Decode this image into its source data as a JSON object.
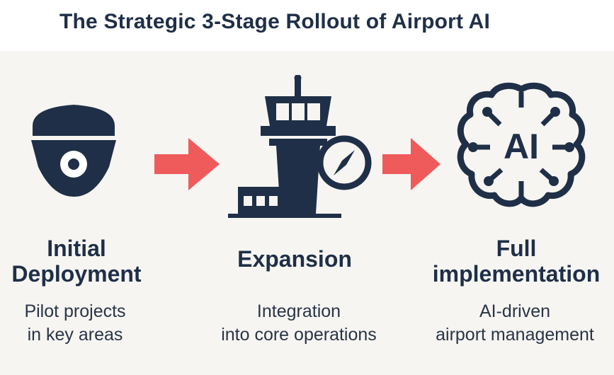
{
  "title": "The Strategic 3-Stage Rollout of Airport AI",
  "stages": [
    {
      "heading_line1": "Initial",
      "heading_line2": "Deployment",
      "desc_line1": "Pilot projects",
      "desc_line2": "in key areas",
      "icon": "security-camera-icon"
    },
    {
      "heading_line1": "Expansion",
      "desc_line1": "Integration",
      "desc_line2": "into core operations",
      "icon": "control-tower-icon"
    },
    {
      "heading_line1": "Full",
      "heading_line2": "implementation",
      "desc_line1": "AI-driven",
      "desc_line2": "airport management",
      "icon": "ai-brain-icon"
    }
  ],
  "brain_label": "AI",
  "arrows": [
    "arrow-right-icon",
    "arrow-right-icon"
  ],
  "colors": {
    "navy": "#1f2f47",
    "arrow": "#ef5a5a",
    "background": "#f6f5f2"
  }
}
